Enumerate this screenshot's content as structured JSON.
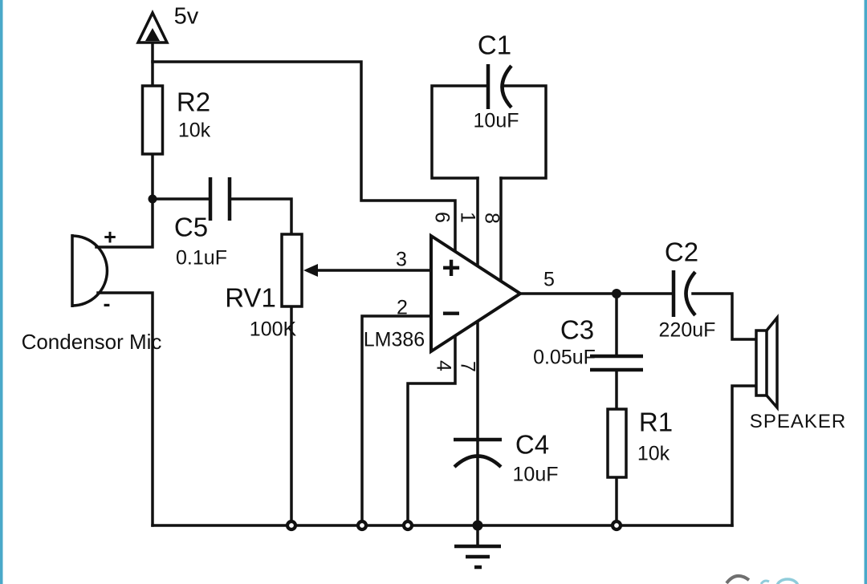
{
  "edge_color": "#4aa9c9",
  "power": {
    "label": "5v"
  },
  "components": {
    "r2": {
      "ref": "R2",
      "value": "10k"
    },
    "c5": {
      "ref": "C5",
      "value": "0.1uF"
    },
    "rv1": {
      "ref": "RV1",
      "value": "100K"
    },
    "mic": {
      "label": "Condensor Mic",
      "plus": "+",
      "minus": "-"
    },
    "c1": {
      "ref": "C1",
      "value": "10uF"
    },
    "c2": {
      "ref": "C2",
      "value": "220uF"
    },
    "c3": {
      "ref": "C3",
      "value": "0.05uF"
    },
    "c4": {
      "ref": "C4",
      "value": "10uF"
    },
    "r1": {
      "ref": "R1",
      "value": "10k"
    },
    "speaker": {
      "label": "SPEAKER"
    }
  },
  "opamp": {
    "part": "LM386",
    "plus": "+",
    "minus": "−",
    "pins": {
      "p1": "1",
      "p2": "2",
      "p3": "3",
      "p4": "4",
      "p5": "5",
      "p6": "6",
      "p7": "7",
      "p8": "8"
    }
  }
}
